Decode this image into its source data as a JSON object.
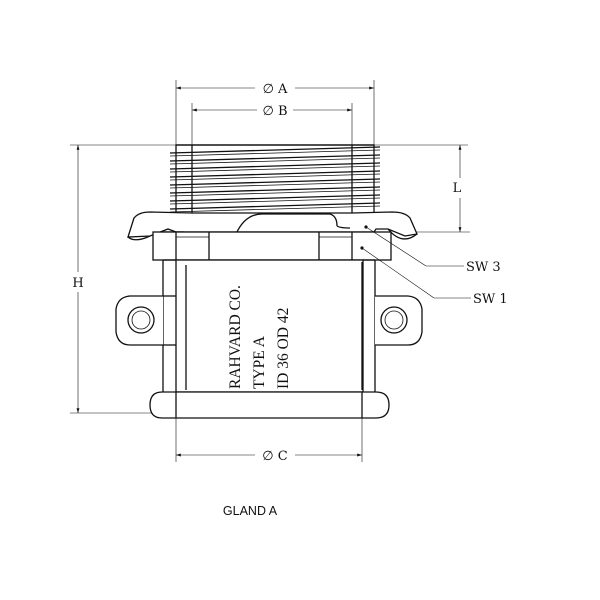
{
  "drawing": {
    "caption": "GLAND A",
    "dimensions": {
      "dia_a": "∅ A",
      "dia_b": "∅ B",
      "dia_c": "∅ C",
      "height": "H",
      "thread_length": "L"
    },
    "callouts": {
      "sw3": "SW 3",
      "sw1": "SW 1"
    },
    "marking": {
      "line1": "RAHVARD CO.",
      "line2": "TYPE A",
      "line3": "ID 36  OD 42"
    }
  }
}
